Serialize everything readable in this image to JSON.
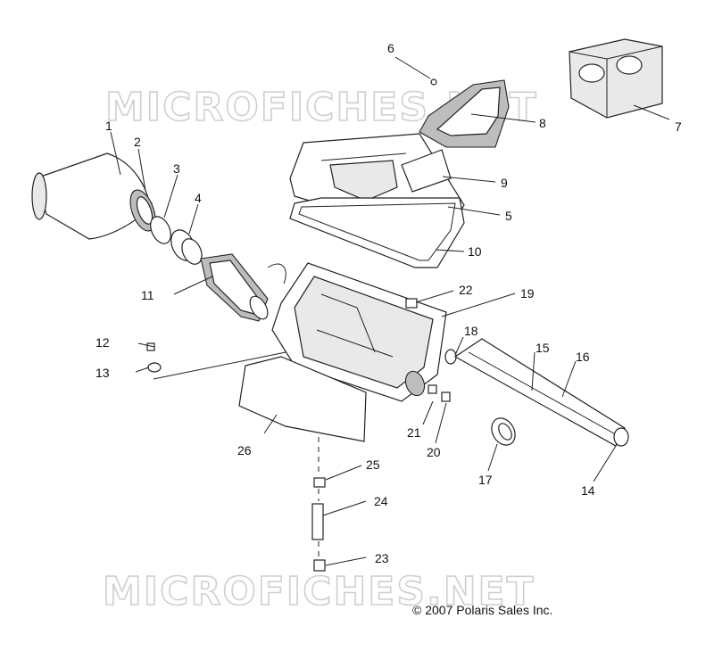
{
  "watermarks": [
    "MICROFICHES.NET",
    "MICROFICHES.NET"
  ],
  "copyright": "© 2007 Polaris Sales Inc.",
  "callouts": [
    "1",
    "2",
    "3",
    "4",
    "5",
    "6",
    "7",
    "8",
    "9",
    "10",
    "11",
    "12",
    "13",
    "14",
    "15",
    "16",
    "17",
    "18",
    "19",
    "20",
    "21",
    "22",
    "23",
    "24",
    "25",
    "26"
  ],
  "colors": {
    "line": "#222222",
    "shade": "#bdbdbd",
    "watermark": "#cfcfcf"
  }
}
